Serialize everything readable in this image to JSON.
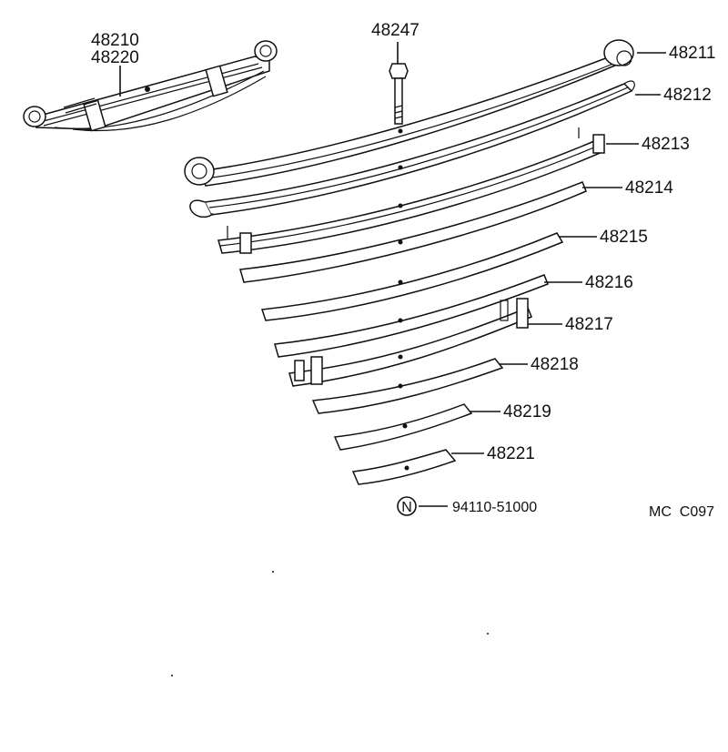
{
  "diagram": {
    "parts": {
      "assembly_primary": "48210",
      "assembly_secondary": "48220",
      "center_bolt": "48247",
      "leaf_1": "48211",
      "leaf_2": "48212",
      "leaf_3": "48213",
      "leaf_4": "48214",
      "leaf_5": "48215",
      "leaf_6": "48216",
      "leaf_7": "48217",
      "leaf_8": "48218",
      "leaf_9": "48219",
      "leaf_10": "48221",
      "nut": "94110-51000"
    },
    "nut_symbol": "N",
    "catalog_code": "MC  C097"
  }
}
